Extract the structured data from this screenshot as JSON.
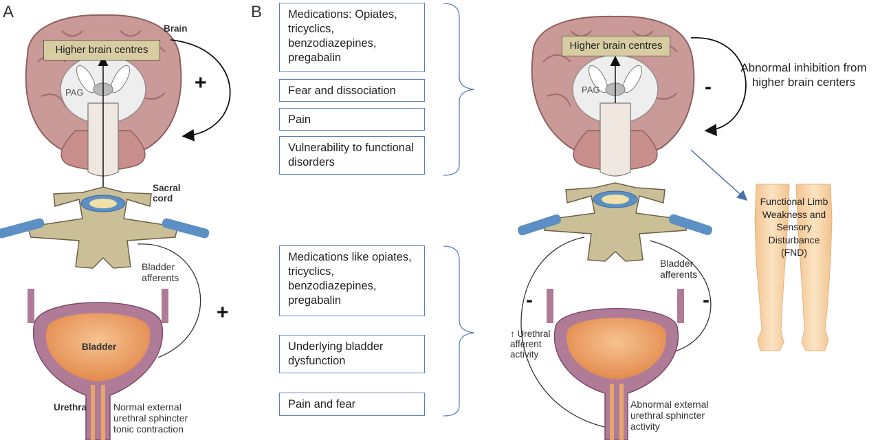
{
  "panels": {
    "a_label": "A",
    "b_label": "B"
  },
  "panel_a": {
    "brain_label": "Brain",
    "higher_centres": "Higher brain centres",
    "pag_label": "PAG",
    "plus_top": "+",
    "sacral_cord_line1": "Sacral",
    "sacral_cord_line2": "cord",
    "bladder_afferents_line1": "Bladder",
    "bladder_afferents_line2": "afferents",
    "plus_bottom": "+",
    "bladder_label": "Bladder",
    "urethra_label": "Urethra",
    "sphincter_line1": "Normal external",
    "sphincter_line2": "urethral sphincter",
    "sphincter_line3": "tonic contraction"
  },
  "panel_b": {
    "top_boxes": [
      "Medications: Opiates, tricyclics, benzodiazepines, pregabalin",
      "Fear and dissociation",
      "Pain",
      "Vulnerability to functional disorders"
    ],
    "bottom_boxes": [
      "Medications like opiates, tricyclics, benzodiazepines, pregabalin",
      "Underlying bladder dysfunction",
      "Pain and fear"
    ],
    "higher_centres": "Higher brain centres",
    "pag_label": "PAG",
    "minus_top": "-",
    "inhibition_line1": "Abnormal inhibition from",
    "inhibition_line2": "higher brain centers",
    "fnd_lines": [
      "Functional Limb",
      "Weakness and",
      "Sensory",
      "Disturbance",
      "(FND)"
    ],
    "bladder_afferents_line1": "Bladder",
    "bladder_afferents_line2": "afferents",
    "minus_left": "-",
    "minus_right": "-",
    "urethral_line1": "↑ Urethral",
    "urethral_line2": "afferent",
    "urethral_line3": "activity",
    "sphincter_line1": "Abnormal external",
    "sphincter_line2": "urethral sphincter",
    "sphincter_line3": "activity"
  },
  "colors": {
    "brain": "#c99a97",
    "brain_dark": "#9e6c6a",
    "cord": "#cbbf98",
    "cord_blue": "#5c8fc4",
    "bladder_wall": "#b07b97",
    "bladder_fill": "#e9a56b",
    "box_border": "#5b7fbf",
    "legs": "#f6d5a8"
  }
}
